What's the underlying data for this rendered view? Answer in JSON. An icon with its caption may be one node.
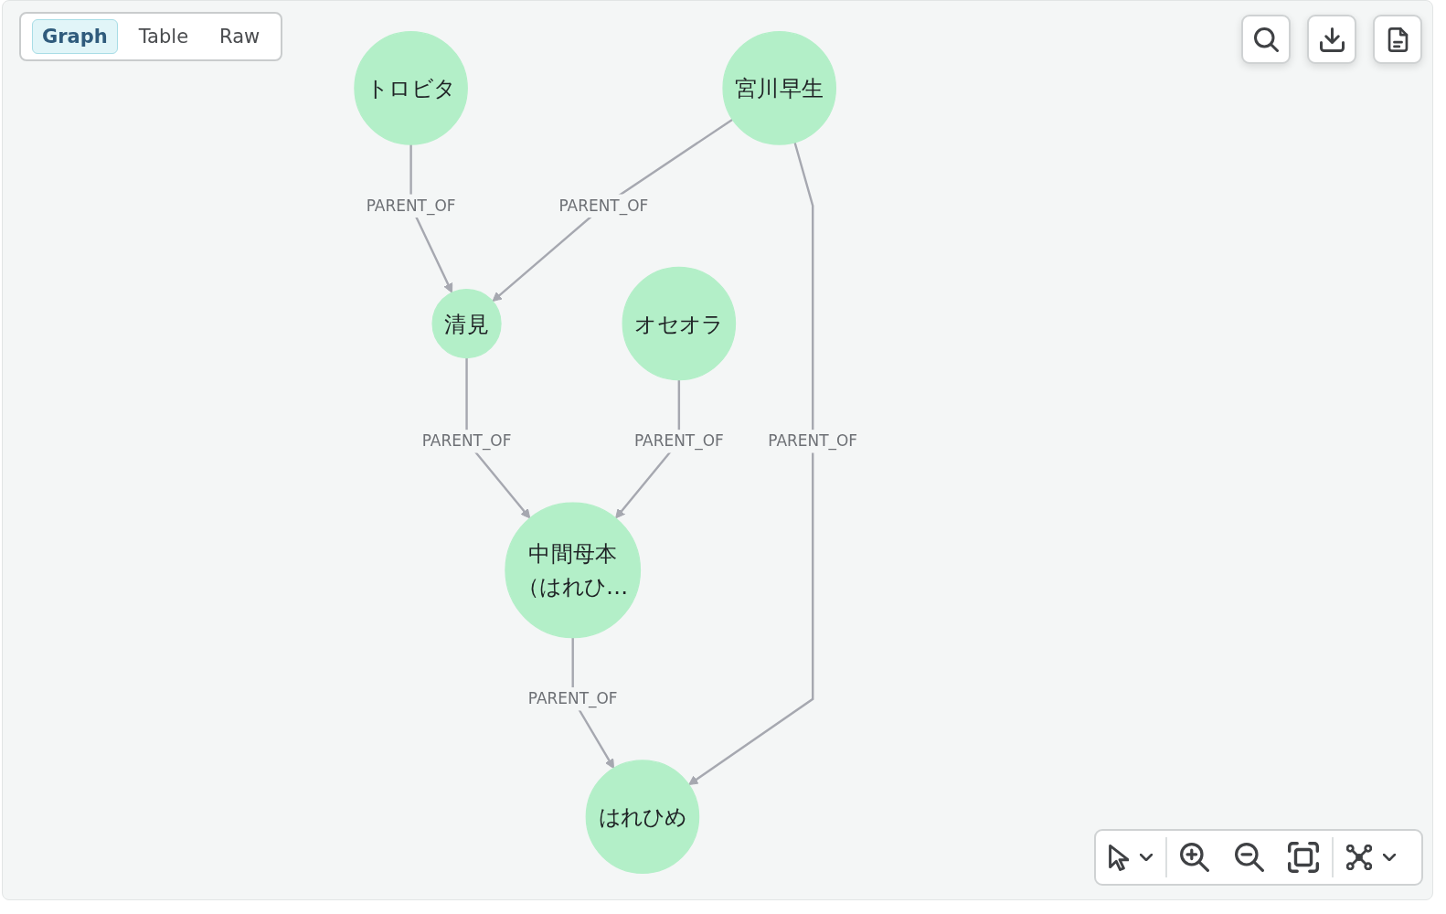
{
  "diagram": {
    "nodes": [
      {
        "text": [
          "トロビタ"
        ]
      },
      {
        "text": [
          "清見"
        ]
      },
      {
        "text": [
          "オセオラ"
        ]
      },
      {
        "text": [
          "中間母本（はれひ…"
        ]
      },
      {
        "text": [
          "宮川早生"
        ]
      },
      {
        "text": [
          "はれひめ"
        ]
      }
    ],
    "edges": [
      {
        "from": 0,
        "to": 1,
        "arrow": "to",
        "label": "PARENT_OF"
      },
      {
        "from": 1,
        "to": 3,
        "arrow": "to",
        "label": "PARENT_OF"
      },
      {
        "from": 4,
        "to": 1,
        "arrow": "to",
        "label": "PARENT_OF"
      },
      {
        "from": 2,
        "to": 3,
        "arrow": "to",
        "label": "PARENT_OF"
      },
      {
        "from": 3,
        "to": 5,
        "arrow": "to",
        "label": "PARENT_OF"
      },
      {
        "from": 4,
        "to": 5,
        "arrow": "to",
        "label": "PARENT_OF"
      }
    ],
    "labels": [
      "Graph",
      "Table",
      "Raw"
    ]
  }
}
